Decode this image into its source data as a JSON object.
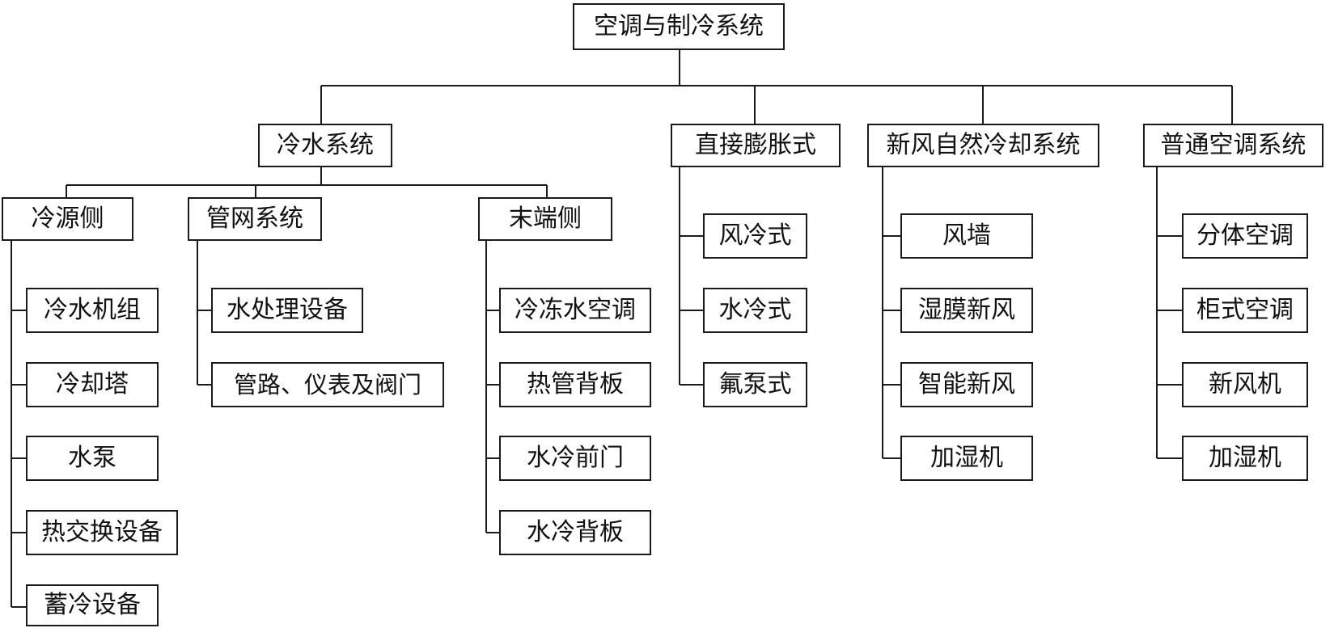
{
  "root": {
    "label": "空调与制冷系统"
  },
  "level1": [
    {
      "id": "chilled",
      "label": "冷水系统"
    },
    {
      "id": "dx",
      "label": "直接膨胀式"
    },
    {
      "id": "freecool",
      "label": "新风自然冷却系统"
    },
    {
      "id": "general",
      "label": "普通空调系统"
    }
  ],
  "chilled_children": [
    {
      "id": "source",
      "label": "冷源侧"
    },
    {
      "id": "pipe",
      "label": "管网系统"
    },
    {
      "id": "terminal",
      "label": "末端侧"
    }
  ],
  "leaves": {
    "source": [
      "冷水机组",
      "冷却塔",
      "水泵",
      "热交换设备",
      "蓄冷设备"
    ],
    "pipe": [
      "水处理设备",
      "管路、仪表及阀门"
    ],
    "terminal": [
      "冷冻水空调",
      "热管背板",
      "水冷前门",
      "水冷背板"
    ],
    "dx": [
      "风冷式",
      "水冷式",
      "氟泵式"
    ],
    "freecool": [
      "风墙",
      "湿膜新风",
      "智能新风",
      "加湿机"
    ],
    "general": [
      "分体空调",
      "柜式空调",
      "新风机",
      "加湿机"
    ]
  }
}
